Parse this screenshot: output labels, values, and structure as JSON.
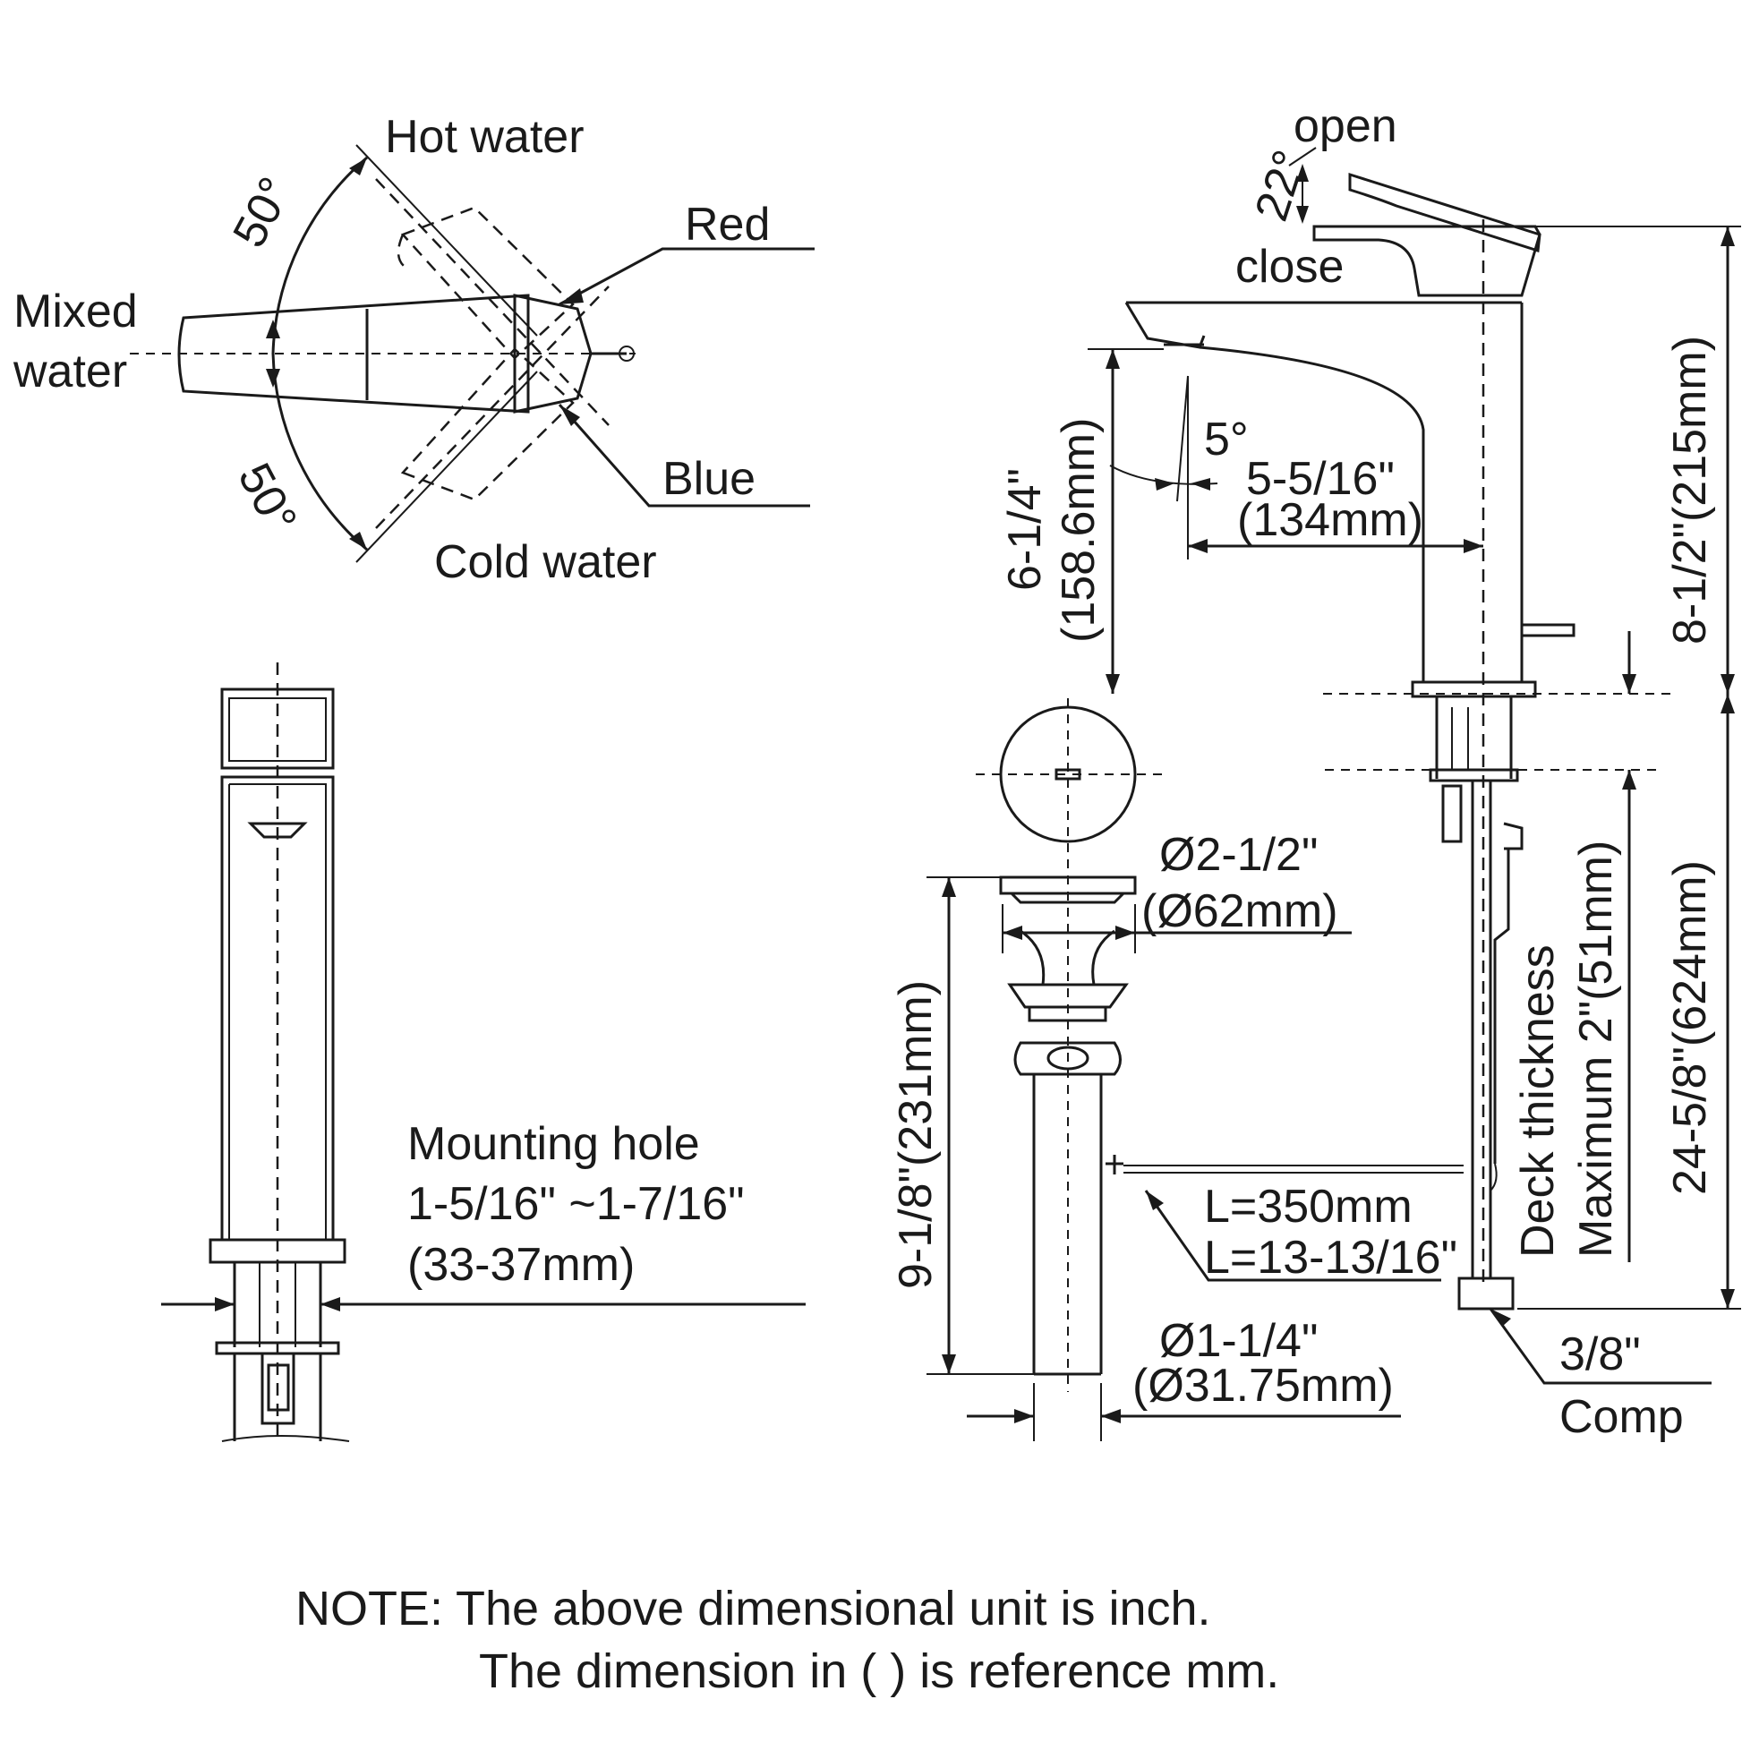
{
  "handle_view": {
    "hot_water": "Hot water",
    "cold_water": "Cold water",
    "mixed_water_line1": "Mixed",
    "mixed_water_line2": "water",
    "angle_top": "50°",
    "angle_bottom": "50°",
    "red": "Red",
    "blue": "Blue"
  },
  "side_view": {
    "open": "open",
    "close": "close",
    "handle_angle": "22°",
    "spout_angle": "5°",
    "spout_reach_in": "5-5/16\"",
    "spout_reach_mm": "(134mm)",
    "spout_height_in": "6-1/4\"",
    "spout_height_mm": "(158.6mm)",
    "total_height": "8-1/2\"(215mm)",
    "supply_length": "24-5/8\"(624mm)",
    "deck_line1": "Deck thickness",
    "deck_line2": "Maximum 2\"(51mm)",
    "drain_dia_in": "Ø2-1/2\"",
    "drain_dia_mm": "(Ø62mm)",
    "drain_height": "9-1/8\"(231mm)",
    "tail_dia_in": "Ø1-1/4\"",
    "tail_dia_mm": "(Ø31.75mm)",
    "rod_len_mm": "L=350mm",
    "rod_len_in": "L=13-13/16\"",
    "conn_size": "3/8\"",
    "conn_type": "Comp"
  },
  "front_view": {
    "mounting_title": "Mounting hole",
    "mounting_in": "1-5/16\" ~1-7/16\"",
    "mounting_mm": "(33-37mm)"
  },
  "note": {
    "line1": "NOTE: The above dimensional unit is inch.",
    "line2": "The dimension in (  ) is reference mm."
  }
}
